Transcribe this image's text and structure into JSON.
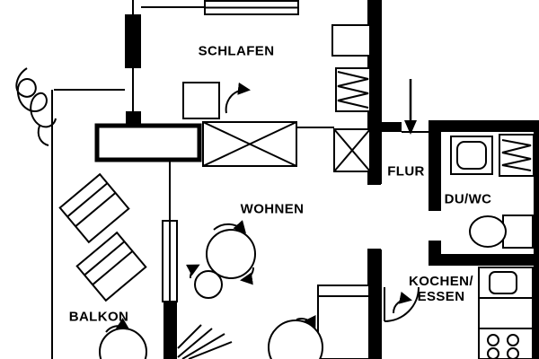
{
  "rooms": {
    "schlafen": {
      "label": "SCHLAFEN"
    },
    "wohnen": {
      "label": "WOHNEN"
    },
    "flur": {
      "label": "FLUR"
    },
    "du_wc": {
      "label": "DU/WC"
    },
    "kochen_essen": {
      "label_line1": "KOCHEN/",
      "label_line2": "ESSEN"
    },
    "balkon": {
      "label": "BALKON"
    }
  },
  "colors": {
    "ink": "#000000",
    "paper": "#ffffff"
  }
}
